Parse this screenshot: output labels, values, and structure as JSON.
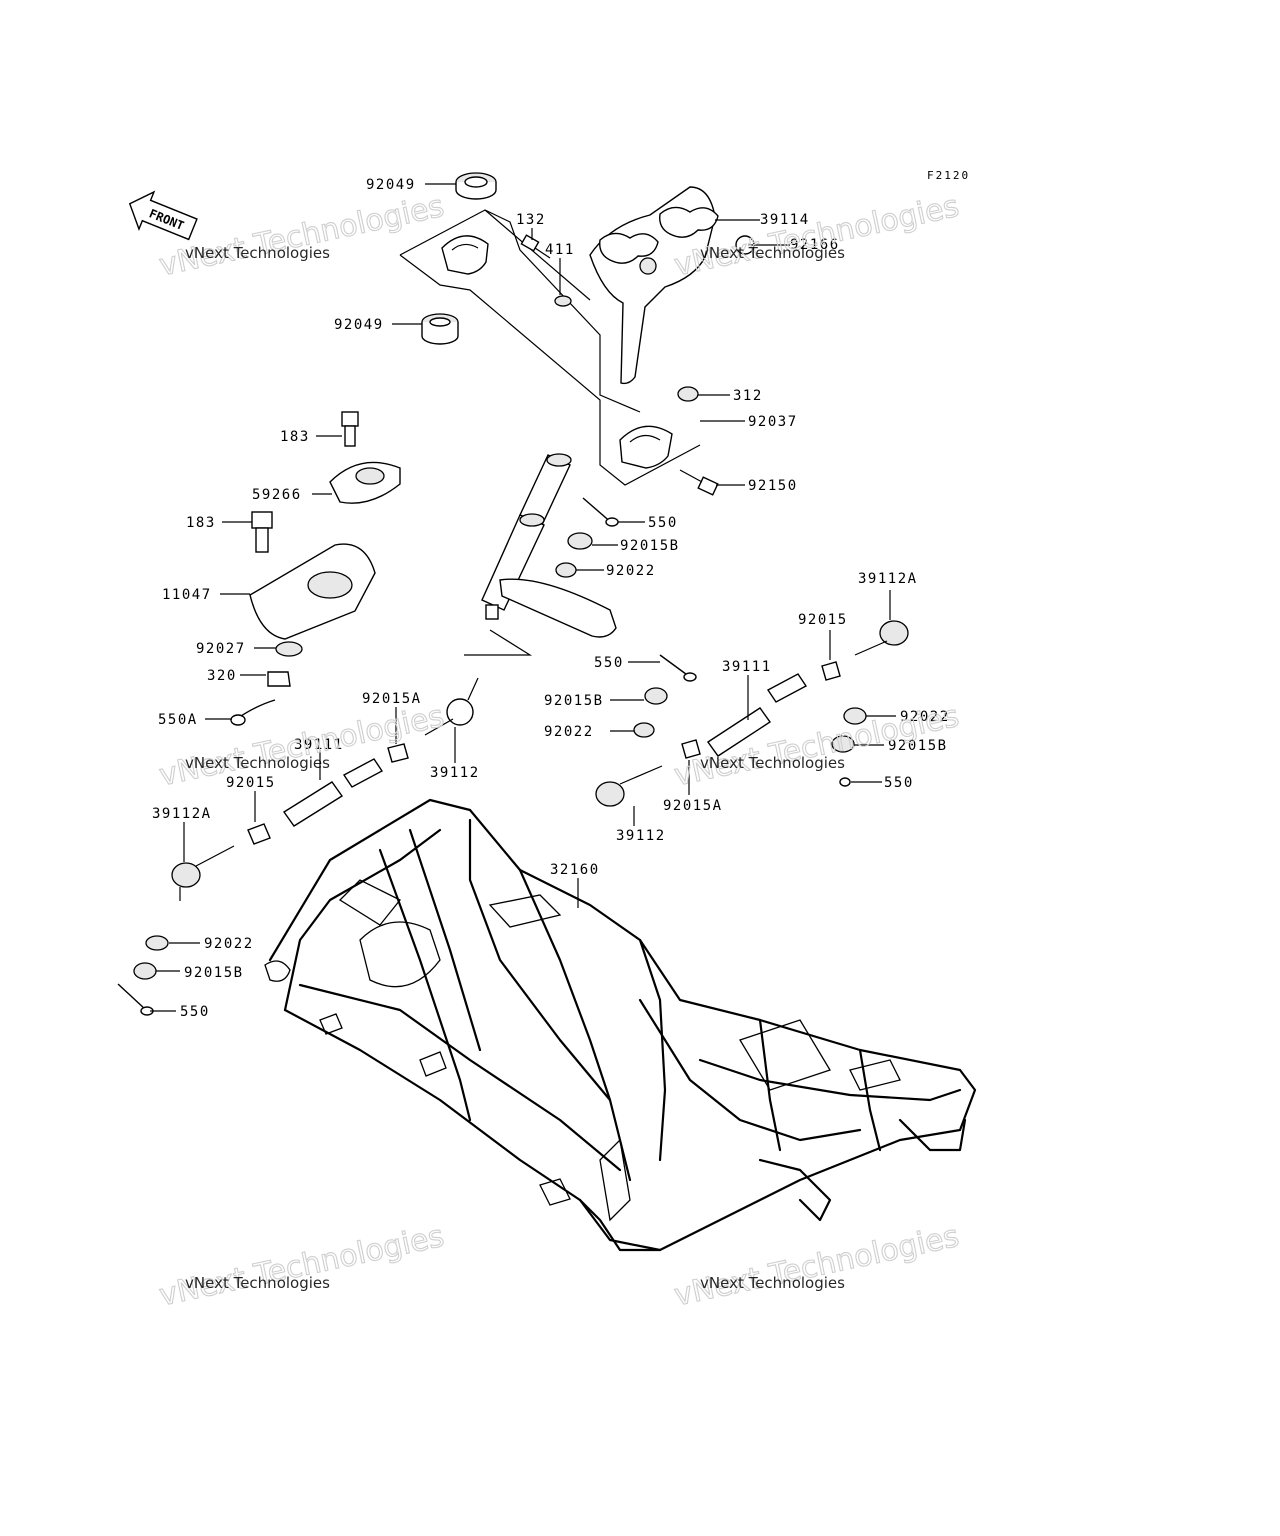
{
  "figure_code": "F2120",
  "front_label": "FRONT",
  "watermark": {
    "line1": "vNext Technologies",
    "line2": "vNext Technologies"
  },
  "labels": {
    "p92049_top": "92049",
    "p132": "132",
    "p411": "411",
    "p39114": "39114",
    "p92166": "92166",
    "p92049_bot": "92049",
    "p312": "312",
    "p92037": "92037",
    "p183_top": "183",
    "p59266": "59266",
    "p92150": "92150",
    "p550_a": "550",
    "p92015B_a": "92015B",
    "p183_bot": "183",
    "p92022_a": "92022",
    "p11047": "11047",
    "p39112A_r": "39112A",
    "p92015_r": "92015",
    "p92027": "92027",
    "p550_b": "550",
    "p39111_r": "39111",
    "p320": "320",
    "p92015B_b": "92015B",
    "p92022_b": "92022",
    "p550A": "550A",
    "p92015A_l": "92015A",
    "p92022_c": "92022",
    "p92015B_c": "92015B",
    "p39111_l": "39111",
    "p550_c": "550",
    "p92015_l": "92015",
    "p39112_l": "39112",
    "p92015A_r": "92015A",
    "p39112A_l": "39112A",
    "p39112_r": "39112",
    "p32160": "32160",
    "p92022_d": "92022",
    "p92015B_d": "92015B",
    "p550_d": "550"
  }
}
